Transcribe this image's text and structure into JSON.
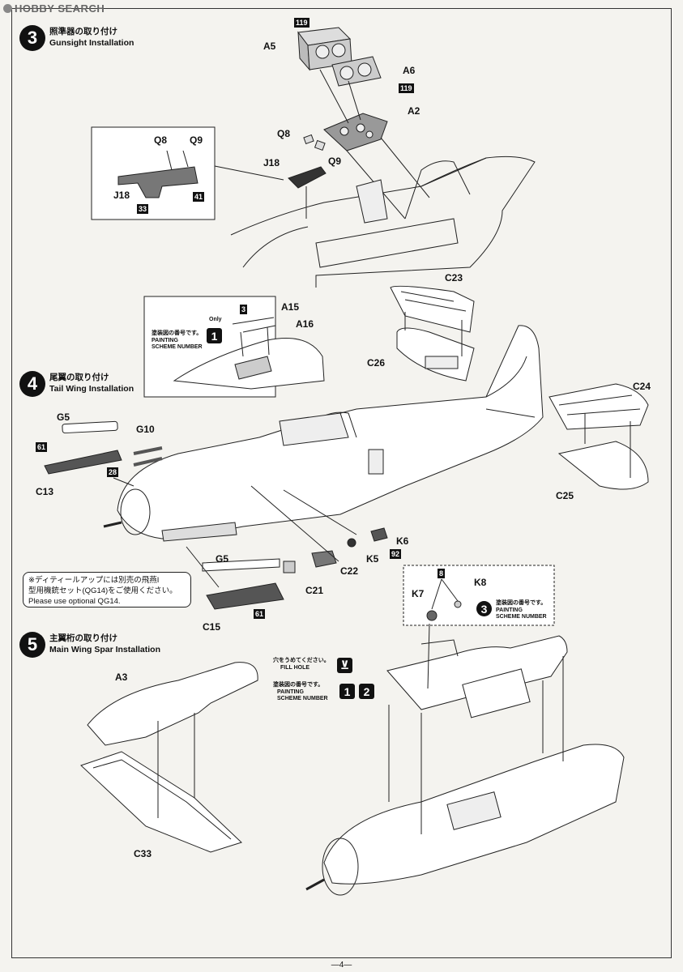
{
  "watermark": "HOBBY SEARCH",
  "steps": [
    {
      "number": "3",
      "title_jp": "照準器の取り付け",
      "title_en": "Gunsight Installation"
    },
    {
      "number": "4",
      "title_jp": "尾翼の取り付け",
      "title_en": "Tail Wing Installation"
    },
    {
      "number": "5",
      "title_jp": "主翼桁の取り付け",
      "title_en": "Main Wing Spar Installation"
    }
  ],
  "parts": {
    "A5": "A5",
    "A6": "A6",
    "A2": "A2",
    "Q8": "Q8",
    "Q9": "Q9",
    "J18": "J18",
    "Q8_inset": "Q8",
    "Q9_inset": "Q9",
    "J18_inset": "J18",
    "C23": "C23",
    "C26": "C26",
    "C24": "C24",
    "C25": "C25",
    "A15": "A15",
    "A16": "A16",
    "G5": "G5",
    "G10": "G10",
    "C13": "C13",
    "K6": "K6",
    "K5": "K5",
    "C22": "C22",
    "G5b": "G5",
    "C21": "C21",
    "C15": "C15",
    "K7": "K7",
    "K8": "K8",
    "A3": "A3",
    "C33": "C33"
  },
  "tags": {
    "t119a": "119",
    "t119b": "119",
    "t41": "41",
    "t33": "33",
    "t3": "3",
    "t61a": "61",
    "t28": "28",
    "t92": "92",
    "t61b": "61",
    "t8": "8"
  },
  "scheme_note_tail": {
    "only": "Only",
    "jp": "塗装図の番号です。",
    "en1": "PAINTING",
    "en2": "SCHEME NUMBER",
    "num": "1"
  },
  "scheme_note_k": {
    "jp": "塗装図の番号です。",
    "en1": "PAINTING",
    "en2": "SCHEME NUMBER",
    "num": "3"
  },
  "fill_hole": {
    "jp": "穴をうめてください。",
    "en": "FILL HOLE"
  },
  "scheme_note_wing": {
    "jp": "塗装図の番号です。",
    "en1": "PAINTING",
    "en2": "SCHEME NUMBER",
    "num1": "1",
    "num2": "2"
  },
  "gun_note": {
    "line1": "※ディティールアップには別売の飛燕I",
    "line2": "型用機銃セット(QG14)をご使用ください。",
    "line3": "Please use optional QG14."
  },
  "page_number": "—4—"
}
